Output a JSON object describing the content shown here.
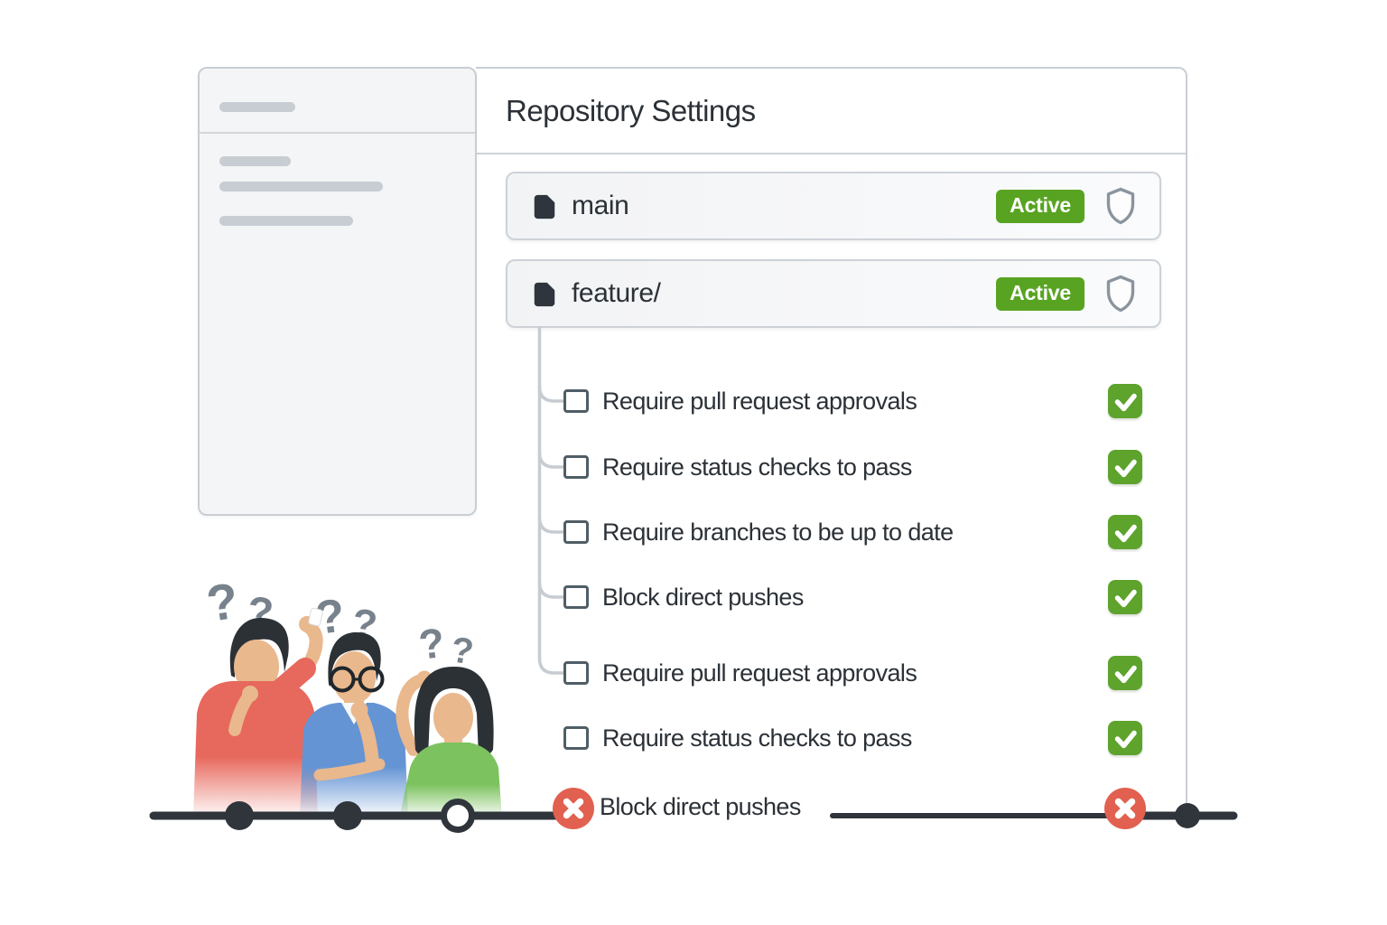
{
  "header": {
    "title": "Repository Settings"
  },
  "branches": [
    {
      "name": "main",
      "status": "Active"
    },
    {
      "name": "feature/",
      "status": "Active"
    }
  ],
  "rules": [
    {
      "label": "Require pull request approvals",
      "status": "checked"
    },
    {
      "label": "Require status checks to pass",
      "status": "checked"
    },
    {
      "label": "Require branches to be up to date",
      "status": "checked"
    },
    {
      "label": "Block direct pushes",
      "status": "checked"
    },
    {
      "label": "Require pull request approvals",
      "status": "checked"
    },
    {
      "label": "Require status checks to pass",
      "status": "checked"
    },
    {
      "label": "Block direct pushes",
      "status": "blocked"
    }
  ],
  "illustration": {
    "qmarks": [
      "?",
      "?",
      "?",
      "?",
      "?",
      "?"
    ]
  },
  "colors": {
    "text": "#2b3137",
    "panel_border": "#c9ced4",
    "sidebar_bg": "#f4f5f6",
    "placeholder_bar": "#c7cdd3",
    "dark": "#2e353c",
    "active_green": "#58a422",
    "check_green": "#5da32c",
    "fail_red": "#e2604f",
    "shield_gray": "#8b949d",
    "checkbox_border": "#4f5d66",
    "tree_line": "#c6ccd2",
    "timeline_dark": "#2f353b",
    "qmark_gray": "#78828c",
    "skin": "#e9b88d",
    "hair": "#2c3136",
    "shirt_red": "#e7685c",
    "shirt_blue": "#6494d4",
    "shirt_green": "#7cc25e"
  }
}
